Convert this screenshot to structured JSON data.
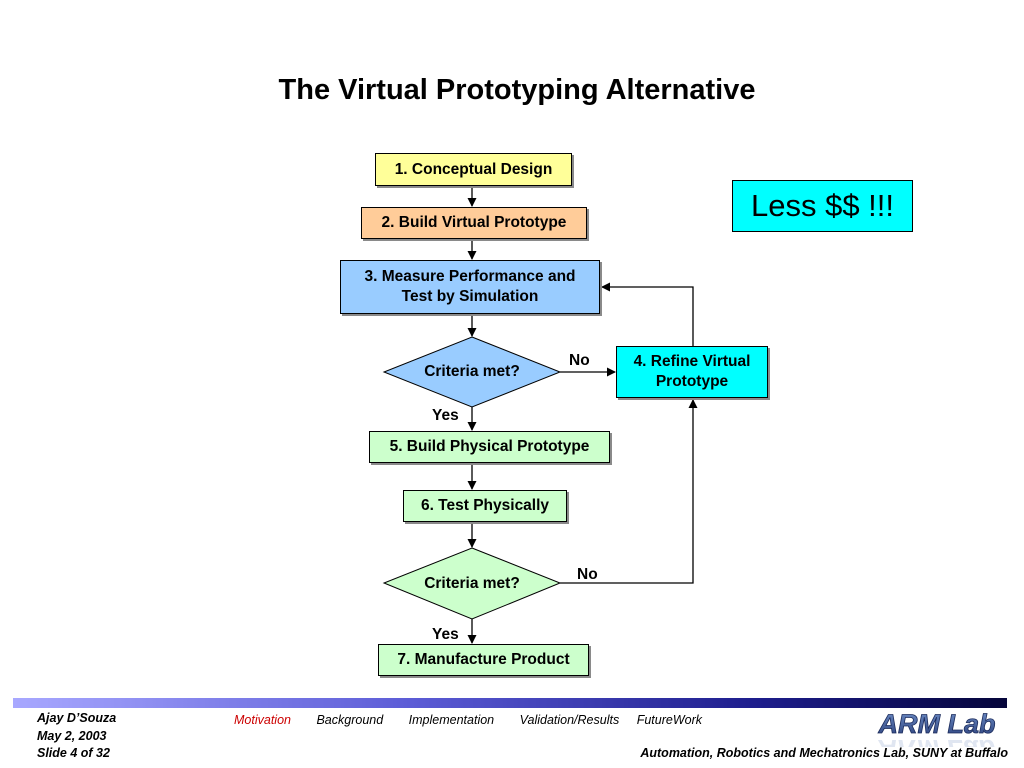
{
  "title": "The Virtual Prototyping Alternative",
  "steps": {
    "s1": "1. Conceptual Design",
    "s2": "2. Build Virtual Prototype",
    "s3_line1": "3. Measure Performance and",
    "s3_line2": "Test by Simulation",
    "s4_line1": "4. Refine Virtual",
    "s4_line2": "Prototype",
    "s5": "5. Build Physical Prototype",
    "s6": "6. Test Physically",
    "s7": "7. Manufacture Product"
  },
  "decisions": {
    "d1": "Criteria met?",
    "d2": "Criteria met?"
  },
  "edge_labels": {
    "d1_no": "No",
    "d1_yes": "Yes",
    "d2_no": "No",
    "d2_yes": "Yes"
  },
  "callout": "Less $$ !!!",
  "colors": {
    "step1_fill": "#ffff99",
    "step2_fill": "#ffcc99",
    "step3_fill": "#99ccff",
    "decision1_fill": "#99ccff",
    "step4_fill": "#00ffff",
    "green_fill": "#ccffcc",
    "callout_fill": "#00ffff",
    "active_nav": "#cc0000"
  },
  "footer": {
    "author": "Ajay D’Souza",
    "date": "May 2, 2003",
    "slide": "Slide 4 of 32",
    "nav": [
      "Motivation",
      "Background",
      "Implementation",
      "Validation/Results",
      "FutureWork"
    ],
    "active_nav": "Motivation",
    "logo_text": "ARM Lab",
    "lab_name": "Automation, Robotics and Mechatronics Lab, SUNY at Buffalo"
  }
}
